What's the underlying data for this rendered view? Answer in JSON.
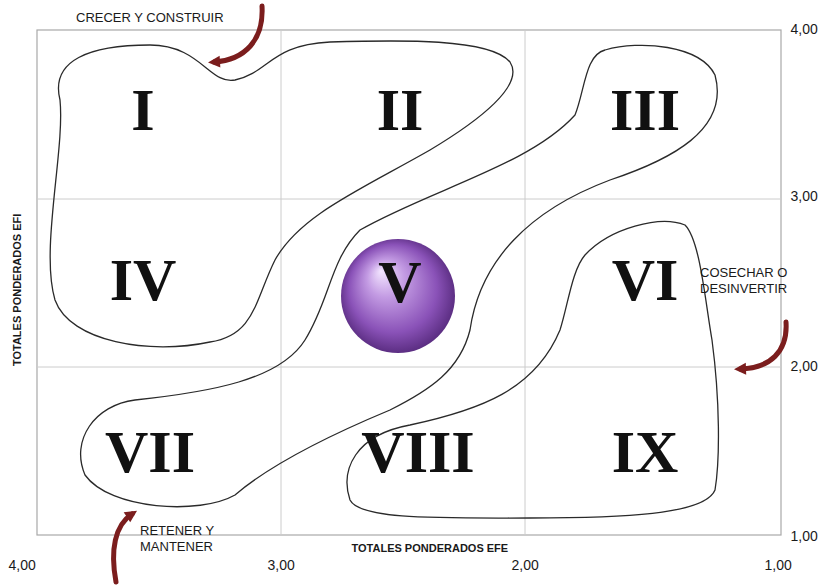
{
  "diagram": {
    "nodes": [
      {
        "text": [
          "I"
        ]
      },
      {
        "text": [
          "II"
        ]
      },
      {
        "text": [
          "III"
        ]
      },
      {
        "text": [
          "IV"
        ]
      },
      {
        "text": [
          "V"
        ]
      },
      {
        "text": [
          "VI"
        ]
      },
      {
        "text": [
          "VII"
        ]
      },
      {
        "text": [
          "VIII"
        ]
      },
      {
        "text": [
          "IX"
        ]
      }
    ],
    "labels": [
      "CRECER Y CONSTRUIR",
      "4,00",
      "3,00",
      "2,00",
      "1,00",
      "TOTALES PONDERADOS EFI",
      "COSECHAR O DESINVERTIR",
      "TOTALES PONDERADOS EFE",
      "RETENER Y MANTENER",
      "4,00",
      "3,00",
      "2,00",
      "1,00"
    ]
  }
}
